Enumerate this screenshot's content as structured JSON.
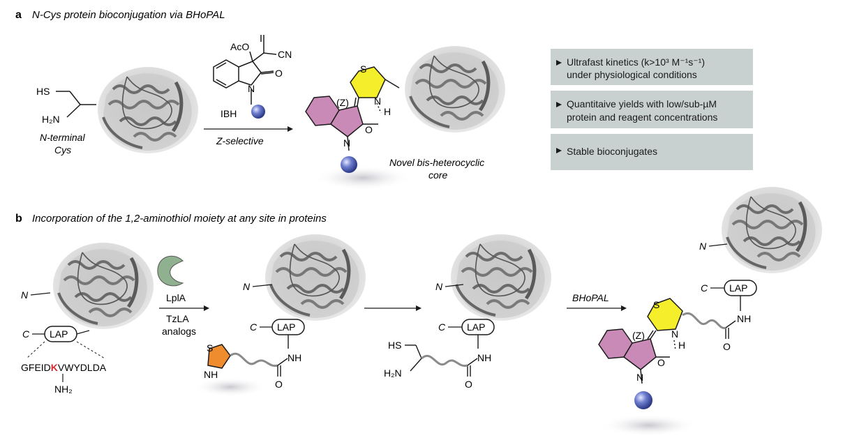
{
  "panel_a": {
    "letter": "a",
    "title": "N-Cys protein bioconjugation via BHoPAL",
    "sh": "HS",
    "h2n": "H₂N",
    "nterm_line1": "N-terminal",
    "nterm_line2": "Cys",
    "aco": "AcO",
    "cn": "CN",
    "o": "O",
    "n": "N",
    "ibh": "IBH",
    "arrow_label": "Z-selective",
    "s": "S",
    "z": "(Z)",
    "nh_n": "N",
    "h": "H",
    "core_line1": "Novel bis-heterocyclic",
    "core_line2": "core",
    "features": [
      "Ultrafast kinetics (k>10³ M⁻¹s⁻¹)",
      "under physiological conditions",
      "Quantitaive yields with low/sub-µM",
      "protein and reagent concentrations",
      "Stable bioconjugates"
    ]
  },
  "panel_b": {
    "letter": "b",
    "title": "Incorporation of the 1,2-aminothiol moiety at any site in proteins",
    "n": "N",
    "c": "C",
    "lap": "LAP",
    "sequence_pre": "GFEID",
    "sequence_k": "K",
    "sequence_post": "VWYDLDA",
    "nh2": "NH₂",
    "enzyme": "LplA",
    "tzla_line1": "TzLA",
    "tzla_line2": "analogs",
    "s": "S",
    "nh": "NH",
    "n_ring": "N",
    "h": "H",
    "o": "O",
    "hs": "HS",
    "h2n": "H₂N",
    "bhopal": "BHoPAL",
    "z": "(Z)"
  },
  "colors": {
    "yellow": "#f5ee2a",
    "pink": "#c98ab8",
    "orange": "#ef8c2e",
    "green": "#8fb190",
    "box": "#c8d0d0",
    "red": "#d8262c",
    "bead": "#4a5bb0",
    "linker": "#8a8a8a"
  }
}
